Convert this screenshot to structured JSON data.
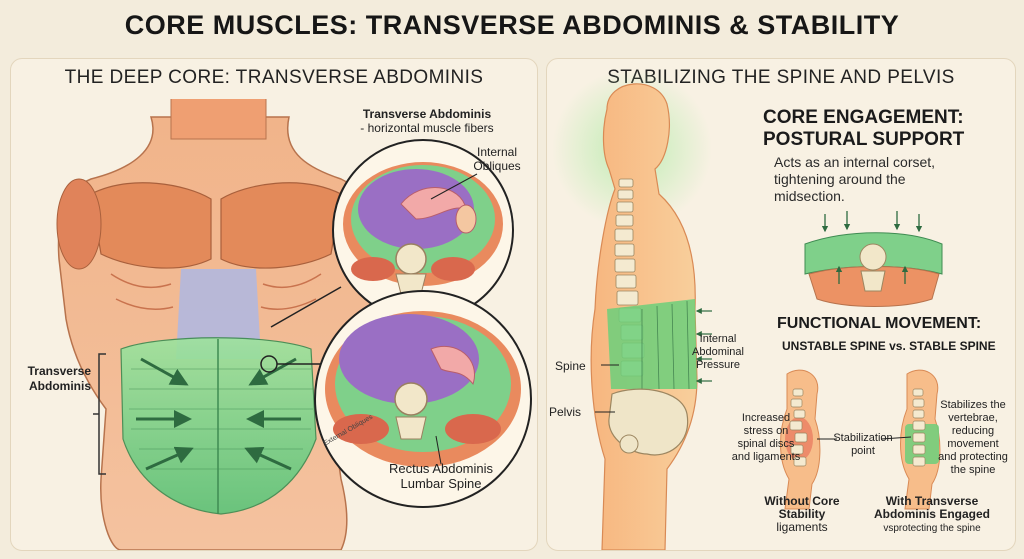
{
  "title": "CORE MUSCLES: TRANSVERSE ABDOMINIS & STABILITY",
  "left_panel": {
    "title": "THE DEEP CORE: TRANSVERSE ABDOMINIS",
    "labels": {
      "ta_heading": "Transverse Abdominis",
      "ta_sub": "- horizontal muscle fibers",
      "internal_obliques": "Internal Obliques",
      "transverse_abdominis": "Transverse Abdominis",
      "rectus_abdominis": "Rectus Abdominis",
      "lumbar_spine": "Lumbar Spine",
      "external_obliques": "External Obliques"
    }
  },
  "right_panel": {
    "title": "STABILIZING THE SPINE AND PELVIS",
    "core_engagement": {
      "heading_line1": "CORE ENGAGEMENT:",
      "heading_line2": "POSTURAL SUPPORT",
      "text": "Acts as an internal corset, tightening around the midsection."
    },
    "body_labels": {
      "spine": "Spine",
      "pelvis": "Pelvis",
      "pressure": "Internal Abdominal Pressure"
    },
    "functional": {
      "heading": "FUNCTIONAL MOVEMENT:",
      "subheading": "UNSTABLE SPINE vs. STABLE SPINE",
      "stress_note": "Increased stress on spinal discs and ligaments",
      "stabilization_point": "Stabilization point",
      "stable_note": "Stabilizes the vertebrae, reducing movement and protecting the spine",
      "without_label_1": "Without Core",
      "without_label_2": "Stability",
      "without_label_3": "ligaments",
      "with_label_1": "With Transverse",
      "with_label_2": "Abdominis Engaged",
      "with_label_3": "vsprotecting the spine"
    }
  },
  "colors": {
    "muscle": "#e38a5a",
    "core_green": "#7fd08a",
    "organ_purple": "#9a6fc4",
    "bone": "#f2e7c9"
  }
}
